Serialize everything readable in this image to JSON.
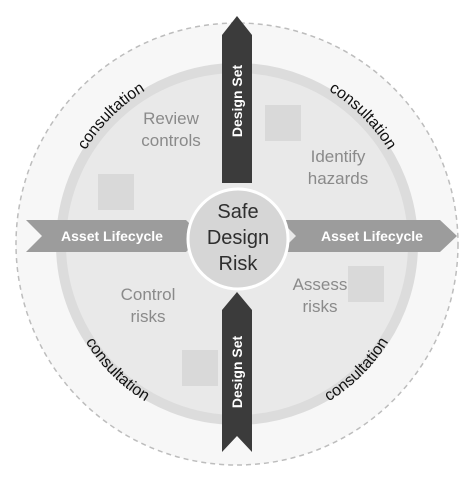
{
  "diagram": {
    "center": {
      "lines": [
        "Safe",
        "Design",
        "Risk"
      ]
    },
    "quadrants": {
      "review": [
        "Review",
        "controls"
      ],
      "identify": [
        "Identify",
        "hazards"
      ],
      "control": [
        "Control",
        "risks"
      ],
      "assess": [
        "Assess",
        "risks"
      ]
    },
    "consultation": [
      "consultation",
      "consultation",
      "consultation",
      "consultation"
    ],
    "asset_lifecycle": [
      "Asset Lifecycle",
      "Asset Lifecycle"
    ],
    "design_set": [
      "Design Set",
      "Design Set"
    ],
    "colors": {
      "outer_ring_fill": "#f7f7f7",
      "outer_ring_dash": "#bdbdbd",
      "inner_disc": "#e9e9e9",
      "inner_ring": "#dcdcdc",
      "center_disc": "#d6d6d6",
      "decorative_square": "#d9d9d9",
      "band_dark": "#3b3b3b",
      "band_grey": "#9c9c9c"
    }
  }
}
